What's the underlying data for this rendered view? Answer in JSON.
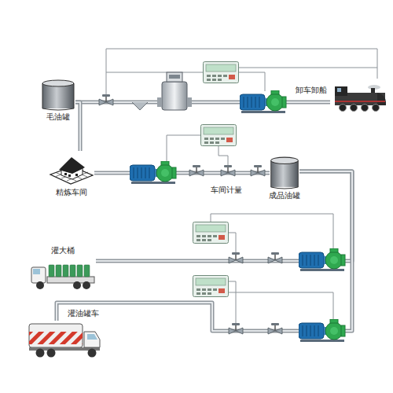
{
  "diagram": {
    "nodes": [
      {
        "text": [
          "毛油罐"
        ]
      },
      {
        "text": [
          "卸车卸船"
        ]
      },
      {
        "text": [
          "精炼车间"
        ]
      },
      {
        "text": [
          "成品油罐"
        ]
      },
      {
        "text": [
          "灌大桶"
        ]
      },
      {
        "text": [
          "灌油罐车"
        ]
      }
    ],
    "edges": [
      {
        "from": 0,
        "to": 1,
        "arrow": "none"
      },
      {
        "from": 0,
        "to": 2,
        "arrow": "none"
      },
      {
        "from": 2,
        "to": 3,
        "arrow": "none"
      },
      {
        "from": 3,
        "to": 4,
        "arrow": "none"
      },
      {
        "from": 3,
        "to": 5,
        "arrow": "none"
      }
    ],
    "labels": [
      "车间计量"
    ]
  }
}
